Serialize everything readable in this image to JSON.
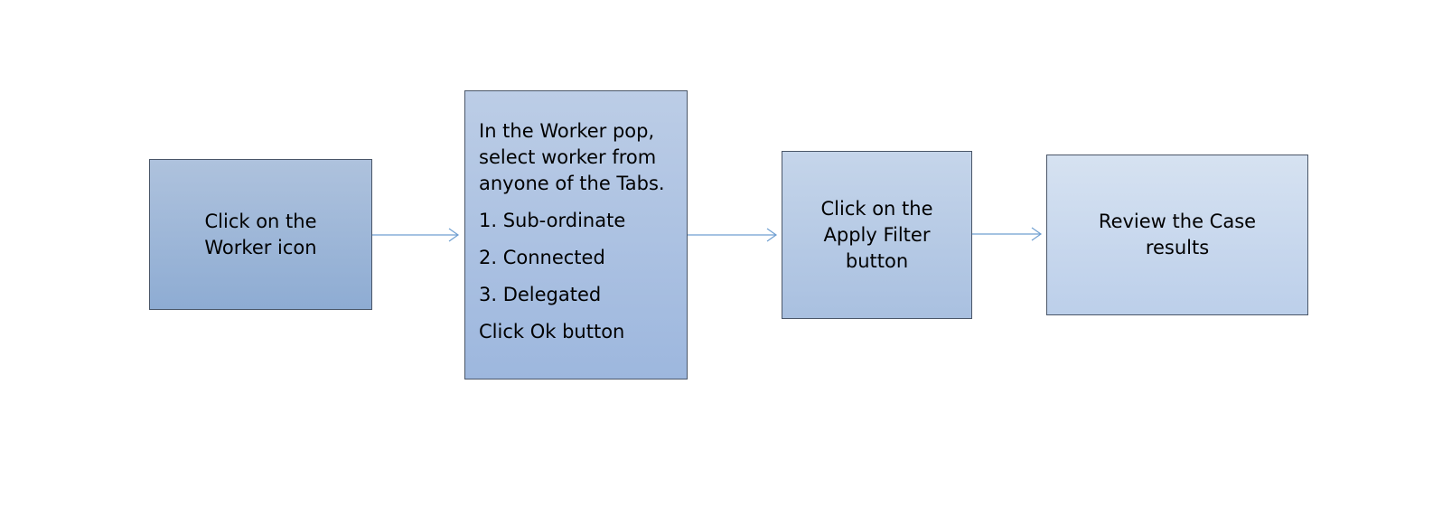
{
  "steps": [
    {
      "id": "step-1",
      "text": "Click on the\nWorker icon"
    },
    {
      "id": "step-2",
      "lines": [
        "In the Worker pop,",
        "select worker from",
        "anyone of the Tabs."
      ],
      "items": [
        "1. Sub-ordinate",
        "2. Connected",
        "3. Delegated",
        "Click Ok button"
      ]
    },
    {
      "id": "step-3",
      "text": "Click on the\nApply Filter\nbutton"
    },
    {
      "id": "step-4",
      "text": "Review the Case\nresults"
    }
  ],
  "arrow_color": "#6f9fd1"
}
